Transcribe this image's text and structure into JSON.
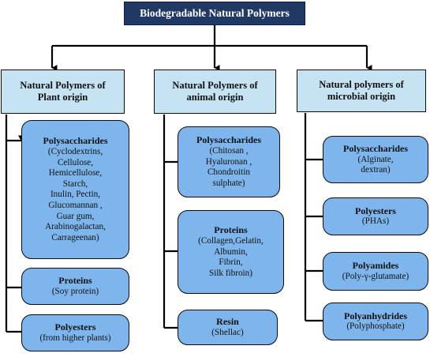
{
  "root": {
    "title": "Biodegradable Natural Polymers"
  },
  "columns": [
    {
      "title": "Natural Polymers of Plant origin",
      "title_lines": [
        "Natural Polymers of",
        "Plant origin"
      ],
      "items": [
        {
          "title": "Polysaccharides",
          "lines": [
            "(Cyclodextrins,",
            "Cellulose,",
            "Hemicellulose,",
            "Starch,",
            "Inulin, Pectin,",
            "Glucomannan ,",
            "Guar gum,",
            "Arabinogalactan,",
            "Carrageenan)"
          ]
        },
        {
          "title": "Proteins",
          "lines": [
            "(Soy protein)"
          ]
        },
        {
          "title": "Polyesters",
          "lines": [
            "(from higher plants)"
          ]
        }
      ]
    },
    {
      "title": "Natural Polymers of animal origin",
      "title_lines": [
        "Natural Polymers of",
        "animal origin"
      ],
      "items": [
        {
          "title": "Polysaccharides",
          "lines": [
            "(Chitosan ,",
            "Hyaluronan ,",
            "Chondroitin",
            "sulphate)"
          ]
        },
        {
          "title": "Proteins",
          "lines": [
            "(Collagen,Gelatin,",
            "Albumin,",
            "Fibrin,",
            "Silk fibroin)"
          ]
        },
        {
          "title": "Resin",
          "lines": [
            "(Shellac)"
          ]
        }
      ]
    },
    {
      "title": "Natural polymers of microbial origin",
      "title_lines": [
        "Natural polymers of",
        "microbial origin"
      ],
      "items": [
        {
          "title": "Polysaccharides",
          "lines": [
            "(Alginate,",
            "dextran)"
          ]
        },
        {
          "title": "Polyesters",
          "lines": [
            "(PHAs)"
          ]
        },
        {
          "title": "Polyamides",
          "lines": [
            "(Poly-γ-glutamate)"
          ]
        },
        {
          "title": "Polyanhydrides",
          "lines": [
            "(Polyphosphate)"
          ]
        }
      ]
    }
  ]
}
